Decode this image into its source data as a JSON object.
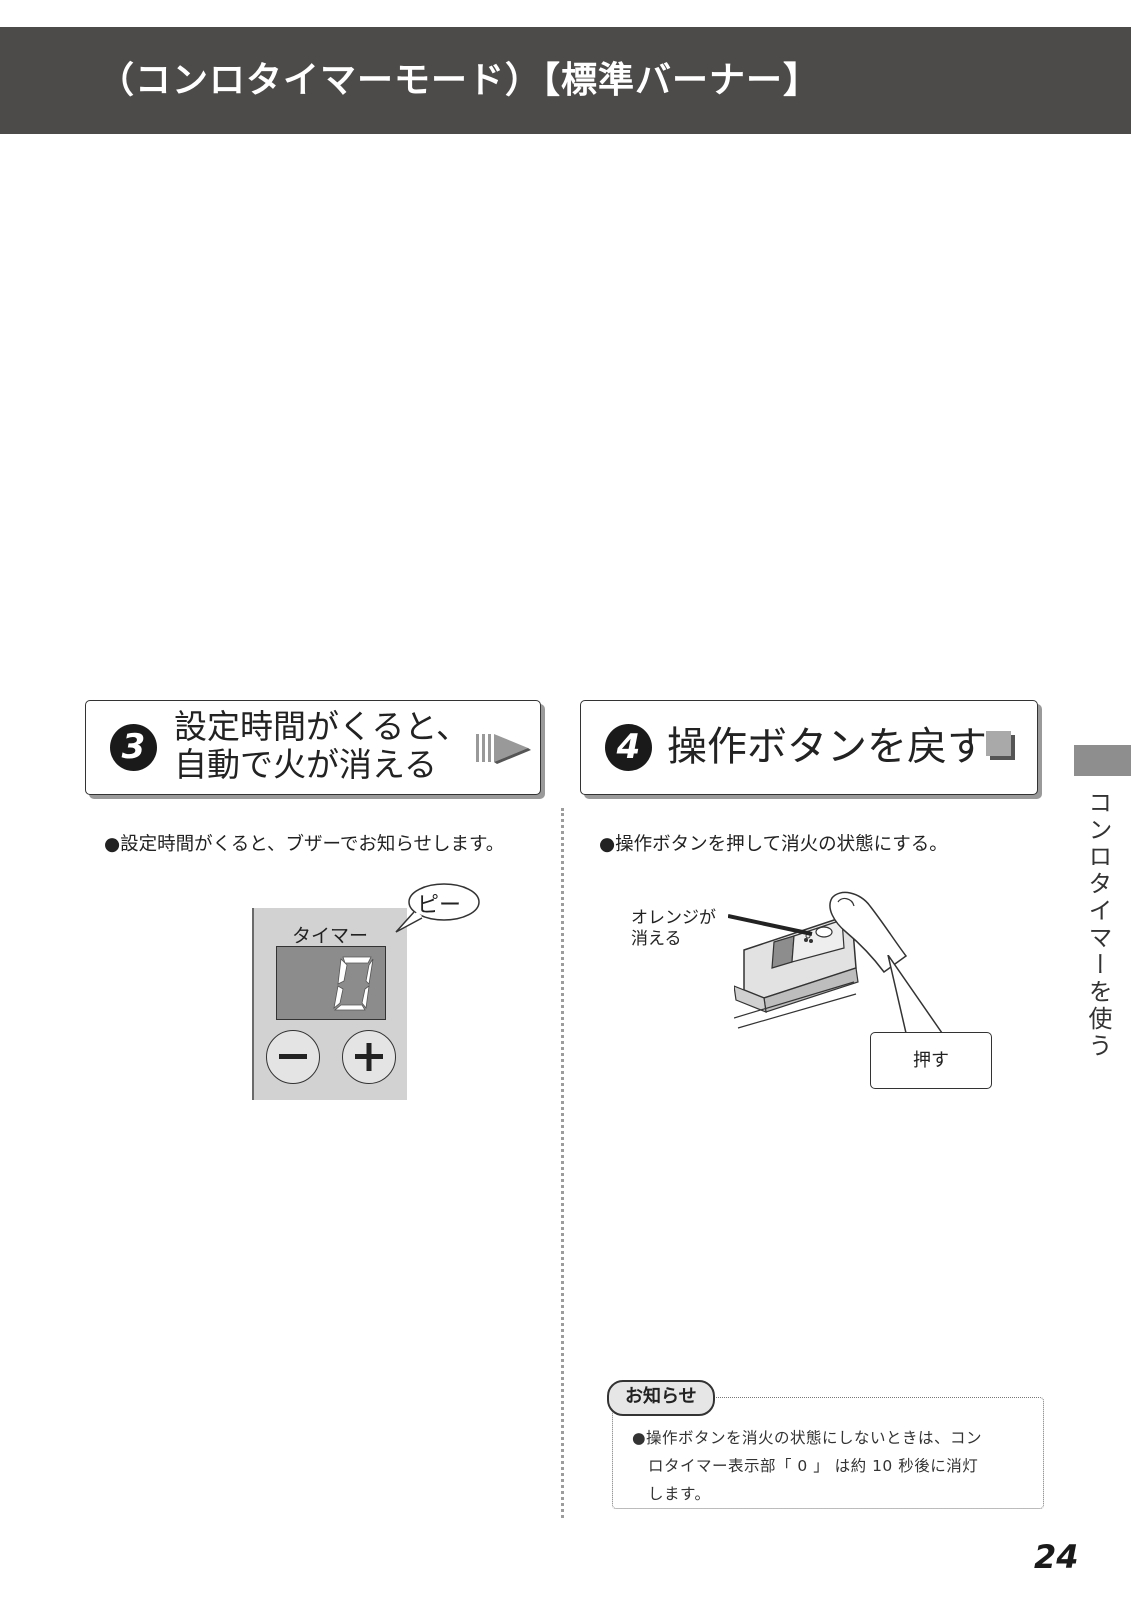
{
  "header": {
    "title": "（コンロタイマーモード）【標準バーナー】"
  },
  "step3": {
    "number": "3",
    "title_line1": "設定時間がくると、",
    "title_line2": "自動で火が消える",
    "bullet": "●設定時間がくると、ブザーでお知らせします。",
    "panel": {
      "label": "タイマー",
      "display_value": "0",
      "bubble": "ピー"
    }
  },
  "step4": {
    "number": "4",
    "title": "操作ボタンを戻す",
    "bullet": "●操作ボタンを押して消火の状態にする。",
    "callout_line1": "オレンジが",
    "callout_line2": "消える",
    "press_label": "押す"
  },
  "notice": {
    "tag": "お知らせ",
    "line1": "●操作ボタンを消火の状態にしないときは、コン",
    "line2": "ロタイマー表示部「 0 」 は約 10 秒後に消灯",
    "line3": "します。"
  },
  "side_tab": {
    "label": "コンロタイマーを使う"
  },
  "page_number": "24",
  "colors": {
    "header_bg": "#4d4b4a",
    "panel_bg": "#d2d2d2",
    "display_bg": "#8c8c8c"
  }
}
